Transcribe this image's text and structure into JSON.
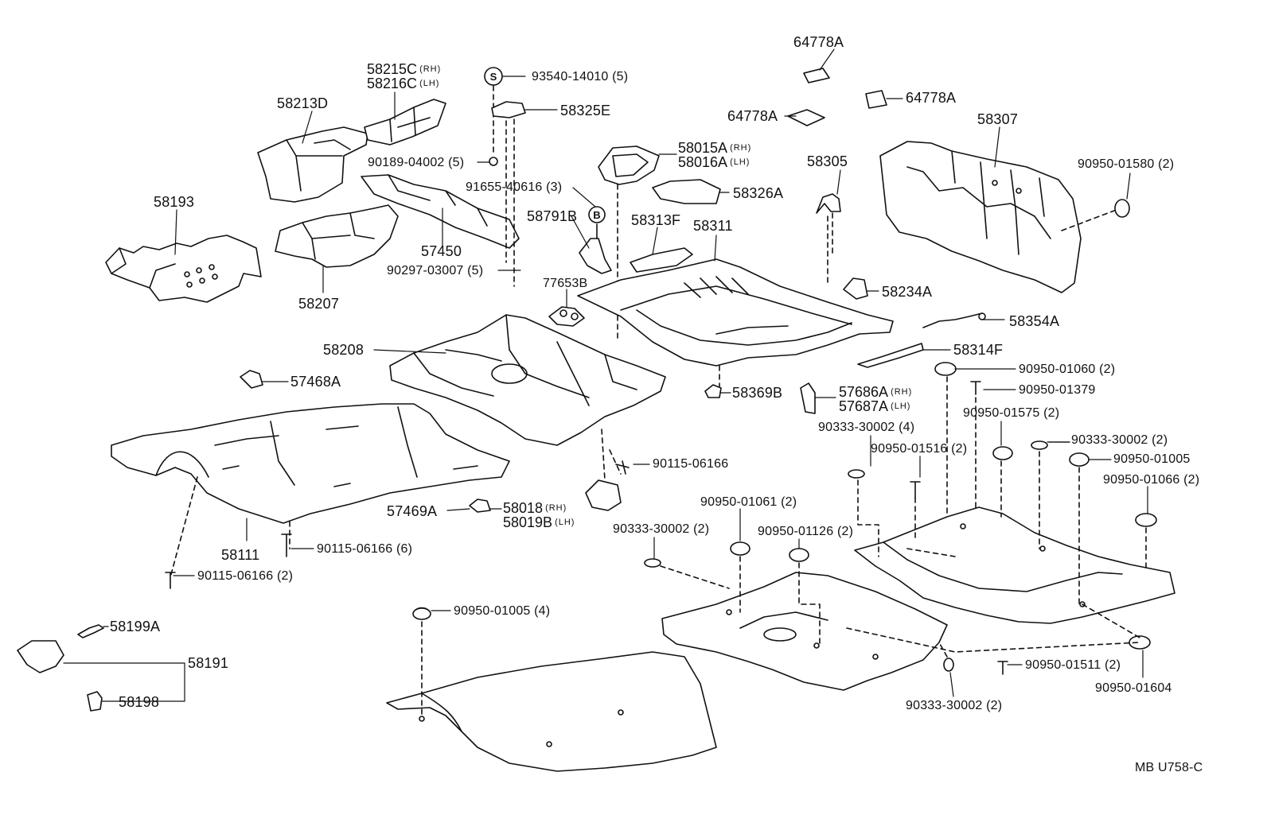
{
  "diagram_id": "MB U758-C",
  "parts": [
    {
      "key": "p64778a_1",
      "text": "64778A"
    },
    {
      "key": "p64778a_2",
      "text": "64778A"
    },
    {
      "key": "p64778a_3",
      "text": "64778A"
    },
    {
      "key": "p58215c",
      "text": "58215C",
      "side": "(RH)"
    },
    {
      "key": "p58216c",
      "text": "58216C",
      "side": "(LH)"
    },
    {
      "key": "p93540",
      "text": "93540-14010 (5)"
    },
    {
      "key": "p58325e",
      "text": "58325E"
    },
    {
      "key": "p58213d",
      "text": "58213D"
    },
    {
      "key": "p58307",
      "text": "58307"
    },
    {
      "key": "p90950_01580",
      "text": "90950-01580 (2)"
    },
    {
      "key": "p58015a",
      "text": "58015A",
      "side": "(RH)"
    },
    {
      "key": "p58016a",
      "text": "58016A",
      "side": "(LH)"
    },
    {
      "key": "p58305",
      "text": "58305"
    },
    {
      "key": "p90189",
      "text": "90189-04002 (5)"
    },
    {
      "key": "p91655",
      "text": "91655-40616 (3)"
    },
    {
      "key": "p58326a",
      "text": "58326A"
    },
    {
      "key": "p58193",
      "text": "58193"
    },
    {
      "key": "p58791b",
      "text": "58791B"
    },
    {
      "key": "p58313f",
      "text": "58313F"
    },
    {
      "key": "p58311",
      "text": "58311"
    },
    {
      "key": "p57450",
      "text": "57450"
    },
    {
      "key": "p90297",
      "text": "90297-03007 (5)"
    },
    {
      "key": "p77653b",
      "text": "77653B"
    },
    {
      "key": "p58234a",
      "text": "58234A"
    },
    {
      "key": "p58207",
      "text": "58207"
    },
    {
      "key": "p58354a",
      "text": "58354A"
    },
    {
      "key": "p58208",
      "text": "58208"
    },
    {
      "key": "p58314f",
      "text": "58314F"
    },
    {
      "key": "p90950_01060",
      "text": "90950-01060 (2)"
    },
    {
      "key": "p57468a",
      "text": "57468A"
    },
    {
      "key": "p58369b",
      "text": "58369B"
    },
    {
      "key": "p57686a",
      "text": "57686A",
      "side": "(RH)"
    },
    {
      "key": "p57687a",
      "text": "57687A",
      "side": "(LH)"
    },
    {
      "key": "p90950_01379",
      "text": "90950-01379"
    },
    {
      "key": "p90950_01575",
      "text": "90950-01575 (2)"
    },
    {
      "key": "p90333_4",
      "text": "90333-30002 (4)"
    },
    {
      "key": "p90333_2a",
      "text": "90333-30002 (2)"
    },
    {
      "key": "p90950_01516",
      "text": "90950-01516 (2)"
    },
    {
      "key": "p90950_01005",
      "text": "90950-01005"
    },
    {
      "key": "p90115_06166",
      "text": "90115-06166"
    },
    {
      "key": "p90950_01066",
      "text": "90950-01066 (2)"
    },
    {
      "key": "p57469a",
      "text": "57469A"
    },
    {
      "key": "p58018b",
      "text": "58018",
      "side": "(RH)"
    },
    {
      "key": "p58019b",
      "text": "58019B",
      "side": "(LH)"
    },
    {
      "key": "p90950_01061",
      "text": "90950-01061 (2)"
    },
    {
      "key": "p90333_2b",
      "text": "90333-30002 (2)"
    },
    {
      "key": "p90950_01126",
      "text": "90950-01126 (2)"
    },
    {
      "key": "p58111",
      "text": "58111"
    },
    {
      "key": "p90115_6",
      "text": "90115-06166 (6)"
    },
    {
      "key": "p90115_2",
      "text": "90115-06166 (2)"
    },
    {
      "key": "p90950_01005_4",
      "text": "90950-01005 (4)"
    },
    {
      "key": "p58199a",
      "text": "58199A"
    },
    {
      "key": "p58191",
      "text": "58191"
    },
    {
      "key": "p90950_01511",
      "text": "90950-01511 (2)"
    },
    {
      "key": "p90950_01604",
      "text": "90950-01604"
    },
    {
      "key": "p58198",
      "text": "58198"
    },
    {
      "key": "p90333_2c",
      "text": "90333-30002 (2)"
    }
  ],
  "callout_symbols": {
    "s": "S",
    "b": "B"
  }
}
